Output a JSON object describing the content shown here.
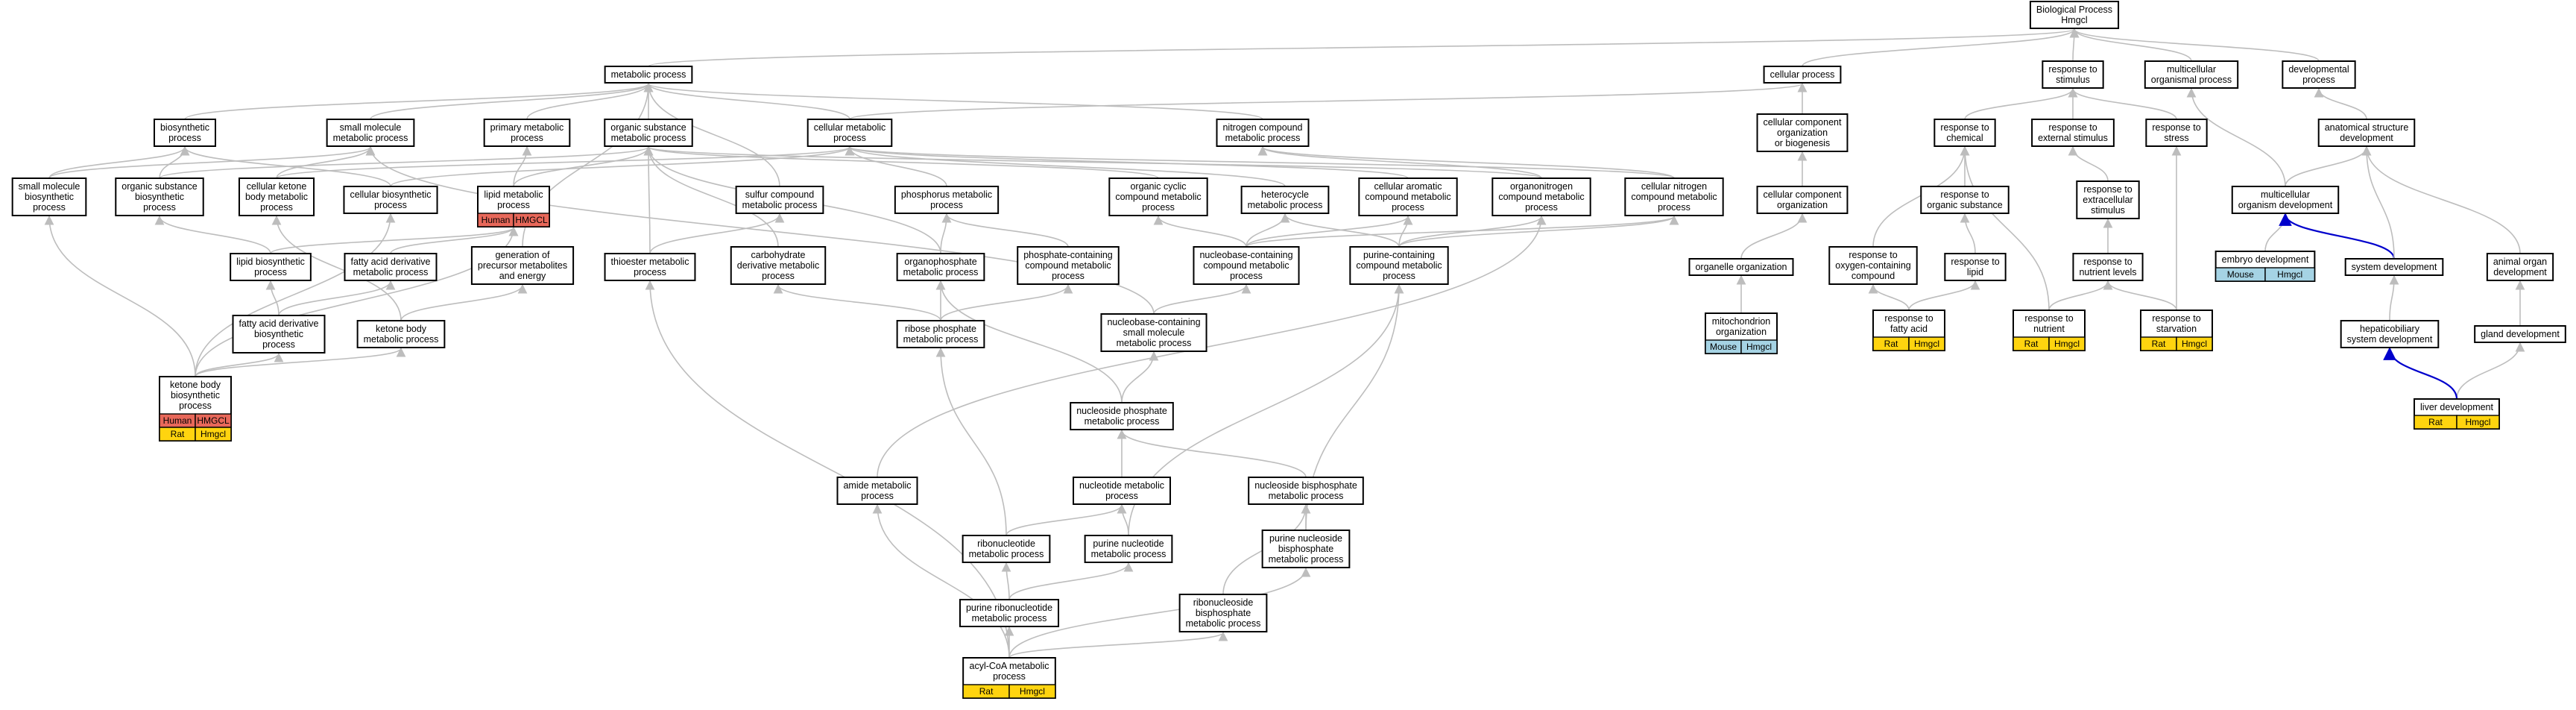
{
  "colors": {
    "human": "#e8685a",
    "mouse": "#a5d3e4",
    "rat": "#ffd40f",
    "edge": "#bdbdbd",
    "edge_highlight": "#0000cc"
  },
  "nodes": {
    "root": [
      "Biological Process",
      "Hmgcl"
    ],
    "metabolic": [
      "metabolic process"
    ],
    "cellular_process": [
      "cellular process"
    ],
    "resp_stim": [
      "response to",
      "stimulus"
    ],
    "multi_org": [
      "multicellular",
      "organismal process"
    ],
    "dev_proc": [
      "developmental",
      "process"
    ],
    "biosynthetic": [
      "biosynthetic",
      "process"
    ],
    "small_mol_met": [
      "small molecule",
      "metabolic process"
    ],
    "primary_met": [
      "primary metabolic",
      "process"
    ],
    "org_sub_met": [
      "organic substance",
      "metabolic process"
    ],
    "cell_met": [
      "cellular metabolic",
      "process"
    ],
    "nitrogen_met": [
      "nitrogen compound",
      "metabolic process"
    ],
    "ccob": [
      "cellular component",
      "organization",
      "or biogenesis"
    ],
    "resp_chem": [
      "response to",
      "chemical"
    ],
    "resp_ext": [
      "response to",
      "external stimulus"
    ],
    "resp_stress": [
      "response to",
      "stress"
    ],
    "anat_dev": [
      "anatomical structure",
      "development"
    ],
    "sm_biosyn": [
      "small molecule",
      "biosynthetic",
      "process"
    ],
    "org_sub_biosyn": [
      "organic substance",
      "biosynthetic",
      "process"
    ],
    "cell_ketone": [
      "cellular ketone",
      "body metabolic",
      "process"
    ],
    "cell_biosyn": [
      "cellular biosynthetic",
      "process"
    ],
    "lipid_met": [
      "lipid metabolic",
      "process"
    ],
    "sulfur_met": [
      "sulfur compound",
      "metabolic process"
    ],
    "phosphorus_met": [
      "phosphorus metabolic",
      "process"
    ],
    "org_cyclic": [
      "organic cyclic",
      "compound metabolic",
      "process"
    ],
    "heterocycle": [
      "heterocycle",
      "metabolic process"
    ],
    "cell_arom": [
      "cellular aromatic",
      "compound metabolic",
      "process"
    ],
    "organonitrogen": [
      "organonitrogen",
      "compound metabolic",
      "process"
    ],
    "cell_nitrogen": [
      "cellular nitrogen",
      "compound metabolic",
      "process"
    ],
    "cc_org": [
      "cellular component",
      "organization"
    ],
    "resp_org_sub": [
      "response to",
      "organic substance"
    ],
    "resp_extracell": [
      "response to",
      "extracellular",
      "stimulus"
    ],
    "multi_org_dev": [
      "multicellular",
      "organism development"
    ],
    "lipid_biosyn": [
      "lipid biosynthetic",
      "process"
    ],
    "fa_deriv_met": [
      "fatty acid derivative",
      "metabolic process"
    ],
    "gen_precursor": [
      "generation of",
      "precursor metabolites",
      "and energy"
    ],
    "thioester": [
      "thioester metabolic",
      "process"
    ],
    "carb_deriv": [
      "carbohydrate",
      "derivative metabolic",
      "process"
    ],
    "organophosphate": [
      "organophosphate",
      "metabolic process"
    ],
    "phos_containing": [
      "phosphate-containing",
      "compound metabolic",
      "process"
    ],
    "nucbase_containing": [
      "nucleobase-containing",
      "compound metabolic",
      "process"
    ],
    "purine_containing": [
      "purine-containing",
      "compound metabolic",
      "process"
    ],
    "organelle_org": [
      "organelle organization"
    ],
    "resp_oxy": [
      "response to",
      "oxygen-containing",
      "compound"
    ],
    "resp_lipid": [
      "response to",
      "lipid"
    ],
    "resp_nutr_levels": [
      "response to",
      "nutrient levels"
    ],
    "embryo_dev": [
      "embryo development"
    ],
    "system_dev": [
      "system development"
    ],
    "animal_organ": [
      "animal organ",
      "development"
    ],
    "fa_deriv_biosyn": [
      "fatty acid derivative",
      "biosynthetic",
      "process"
    ],
    "ketone_met": [
      "ketone body",
      "metabolic process"
    ],
    "ribose_phos": [
      "ribose phosphate",
      "metabolic process"
    ],
    "nucbase_small": [
      "nucleobase-containing",
      "small molecule",
      "metabolic process"
    ],
    "mito_org": [
      "mitochondrion",
      "organization"
    ],
    "resp_fa": [
      "response to",
      "fatty acid"
    ],
    "resp_nutrient": [
      "response to",
      "nutrient"
    ],
    "resp_starv": [
      "response to",
      "starvation"
    ],
    "hepato": [
      "hepaticobiliary",
      "system development"
    ],
    "gland_dev": [
      "gland development"
    ],
    "ketone_biosyn": [
      "ketone body",
      "biosynthetic",
      "process"
    ],
    "nucleoside_phos": [
      "nucleoside phosphate",
      "metabolic process"
    ],
    "liver_dev": [
      "liver development"
    ],
    "amide_met": [
      "amide metabolic",
      "process"
    ],
    "nucleotide_met": [
      "nucleotide metabolic",
      "process"
    ],
    "nuc_bisphos": [
      "nucleoside bisphosphate",
      "metabolic process"
    ],
    "ribonucleotide": [
      "ribonucleotide",
      "metabolic process"
    ],
    "purine_nucleotide": [
      "purine nucleotide",
      "metabolic process"
    ],
    "purine_nuc_bisphos": [
      "purine nucleoside",
      "bisphosphate",
      "metabolic process"
    ],
    "purine_ribonuc": [
      "purine ribonucleotide",
      "metabolic process"
    ],
    "ribonuc_bisphos": [
      "ribonucleoside",
      "bisphosphate",
      "metabolic process"
    ],
    "acyl_coa": [
      "acyl-CoA metabolic",
      "process"
    ]
  },
  "annotations": {
    "lipid_met": [
      [
        "human",
        "Human",
        "HMGCL"
      ]
    ],
    "ketone_biosyn": [
      [
        "human",
        "Human",
        "HMGCL"
      ],
      [
        "rat",
        "Rat",
        "Hmgcl"
      ]
    ],
    "mito_org": [
      [
        "mouse",
        "Mouse",
        "Hmgcl"
      ]
    ],
    "embryo_dev": [
      [
        "mouse",
        "Mouse",
        "Hmgcl"
      ]
    ],
    "resp_fa": [
      [
        "rat",
        "Rat",
        "Hmgcl"
      ]
    ],
    "resp_nutrient": [
      [
        "rat",
        "Rat",
        "Hmgcl"
      ]
    ],
    "resp_starv": [
      [
        "rat",
        "Rat",
        "Hmgcl"
      ]
    ],
    "liver_dev": [
      [
        "rat",
        "Rat",
        "Hmgcl"
      ]
    ],
    "acyl_coa": [
      [
        "rat",
        "Rat",
        "Hmgcl"
      ]
    ]
  },
  "edges": [
    [
      "metabolic",
      "root"
    ],
    [
      "cellular_process",
      "root"
    ],
    [
      "resp_stim",
      "root"
    ],
    [
      "multi_org",
      "root"
    ],
    [
      "dev_proc",
      "root"
    ],
    [
      "biosynthetic",
      "metabolic"
    ],
    [
      "small_mol_met",
      "metabolic"
    ],
    [
      "primary_met",
      "metabolic"
    ],
    [
      "org_sub_met",
      "metabolic"
    ],
    [
      "cell_met",
      "metabolic"
    ],
    [
      "nitrogen_met",
      "metabolic"
    ],
    [
      "cell_met",
      "cellular_process"
    ],
    [
      "ccob",
      "cellular_process"
    ],
    [
      "resp_chem",
      "resp_stim"
    ],
    [
      "resp_ext",
      "resp_stim"
    ],
    [
      "resp_stress",
      "resp_stim"
    ],
    [
      "anat_dev",
      "dev_proc"
    ],
    [
      "sm_biosyn",
      "biosynthetic"
    ],
    [
      "sm_biosyn",
      "small_mol_met"
    ],
    [
      "org_sub_biosyn",
      "biosynthetic"
    ],
    [
      "org_sub_biosyn",
      "org_sub_met"
    ],
    [
      "cell_ketone",
      "small_mol_met"
    ],
    [
      "cell_ketone",
      "cell_met"
    ],
    [
      "cell_biosyn",
      "biosynthetic"
    ],
    [
      "cell_biosyn",
      "cell_met"
    ],
    [
      "lipid_met",
      "primary_met"
    ],
    [
      "lipid_met",
      "org_sub_met"
    ],
    [
      "sulfur_met",
      "metabolic"
    ],
    [
      "phosphorus_met",
      "cell_met"
    ],
    [
      "org_cyclic",
      "org_sub_met"
    ],
    [
      "heterocycle",
      "cell_met"
    ],
    [
      "cell_arom",
      "cell_met"
    ],
    [
      "organonitrogen",
      "org_sub_met"
    ],
    [
      "organonitrogen",
      "nitrogen_met"
    ],
    [
      "cell_nitrogen",
      "cell_met"
    ],
    [
      "cell_nitrogen",
      "nitrogen_met"
    ],
    [
      "cc_org",
      "ccob"
    ],
    [
      "resp_org_sub",
      "resp_chem"
    ],
    [
      "resp_extracell",
      "resp_ext"
    ],
    [
      "multi_org_dev",
      "multi_org"
    ],
    [
      "multi_org_dev",
      "anat_dev"
    ],
    [
      "lipid_biosyn",
      "org_sub_biosyn"
    ],
    [
      "lipid_biosyn",
      "lipid_met"
    ],
    [
      "fa_deriv_met",
      "lipid_met"
    ],
    [
      "gen_precursor",
      "metabolic"
    ],
    [
      "thioester",
      "org_sub_met"
    ],
    [
      "thioester",
      "sulfur_met"
    ],
    [
      "carb_deriv",
      "org_sub_met"
    ],
    [
      "organophosphate",
      "phosphorus_met"
    ],
    [
      "organophosphate",
      "org_sub_met"
    ],
    [
      "phos_containing",
      "phosphorus_met"
    ],
    [
      "nucbase_containing",
      "org_cyclic"
    ],
    [
      "nucbase_containing",
      "heterocycle"
    ],
    [
      "nucbase_containing",
      "cell_arom"
    ],
    [
      "nucbase_containing",
      "cell_nitrogen"
    ],
    [
      "purine_containing",
      "heterocycle"
    ],
    [
      "purine_containing",
      "cell_arom"
    ],
    [
      "purine_containing",
      "organonitrogen"
    ],
    [
      "purine_containing",
      "cell_nitrogen"
    ],
    [
      "organelle_org",
      "cc_org"
    ],
    [
      "resp_oxy",
      "resp_chem"
    ],
    [
      "resp_lipid",
      "resp_org_sub"
    ],
    [
      "resp_nutr_levels",
      "resp_extracell"
    ],
    [
      "embryo_dev",
      "multi_org_dev"
    ],
    [
      "system_dev",
      "multi_org_dev"
    ],
    [
      "system_dev",
      "anat_dev"
    ],
    [
      "animal_organ",
      "anat_dev"
    ],
    [
      "fa_deriv_biosyn",
      "fa_deriv_met"
    ],
    [
      "fa_deriv_biosyn",
      "lipid_biosyn"
    ],
    [
      "ketone_met",
      "cell_ketone"
    ],
    [
      "ketone_met",
      "gen_precursor"
    ],
    [
      "ribose_phos",
      "carb_deriv"
    ],
    [
      "ribose_phos",
      "organophosphate"
    ],
    [
      "ribose_phos",
      "phos_containing"
    ],
    [
      "nucbase_small",
      "nucbase_containing"
    ],
    [
      "nucbase_small",
      "small_mol_met"
    ],
    [
      "mito_org",
      "organelle_org"
    ],
    [
      "resp_fa",
      "resp_oxy"
    ],
    [
      "resp_fa",
      "resp_lipid"
    ],
    [
      "resp_nutrient",
      "resp_chem"
    ],
    [
      "resp_nutrient",
      "resp_nutr_levels"
    ],
    [
      "resp_starv",
      "resp_stress"
    ],
    [
      "resp_starv",
      "resp_nutr_levels"
    ],
    [
      "hepato",
      "system_dev"
    ],
    [
      "gland_dev",
      "animal_organ"
    ],
    [
      "ketone_biosyn",
      "sm_biosyn"
    ],
    [
      "ketone_biosyn",
      "cell_biosyn"
    ],
    [
      "ketone_biosyn",
      "fa_deriv_biosyn"
    ],
    [
      "ketone_biosyn",
      "ketone_met"
    ],
    [
      "ketone_biosyn",
      "lipid_met"
    ],
    [
      "nucleoside_phos",
      "nucbase_small"
    ],
    [
      "nucleoside_phos",
      "organophosphate"
    ],
    [
      "liver_dev",
      "gland_dev"
    ],
    [
      "liver_dev",
      "hepato"
    ],
    [
      "amide_met",
      "organonitrogen"
    ],
    [
      "nucleotide_met",
      "nucleoside_phos"
    ],
    [
      "nuc_bisphos",
      "nucleoside_phos"
    ],
    [
      "ribonucleotide",
      "nucleotide_met"
    ],
    [
      "ribonucleotide",
      "ribose_phos"
    ],
    [
      "purine_nucleotide",
      "nucleotide_met"
    ],
    [
      "purine_nucleotide",
      "purine_containing"
    ],
    [
      "purine_nuc_bisphos",
      "nuc_bisphos"
    ],
    [
      "purine_nuc_bisphos",
      "purine_containing"
    ],
    [
      "purine_ribonuc",
      "ribonucleotide"
    ],
    [
      "purine_ribonuc",
      "purine_nucleotide"
    ],
    [
      "ribonuc_bisphos",
      "nuc_bisphos"
    ],
    [
      "acyl_coa",
      "amide_met"
    ],
    [
      "acyl_coa",
      "thioester"
    ],
    [
      "acyl_coa",
      "purine_ribonuc"
    ],
    [
      "acyl_coa",
      "ribonuc_bisphos"
    ],
    [
      "acyl_coa",
      "purine_nuc_bisphos"
    ]
  ],
  "highlight_edges": [
    [
      "system_dev",
      "multi_org_dev"
    ],
    [
      "liver_dev",
      "hepato"
    ]
  ]
}
